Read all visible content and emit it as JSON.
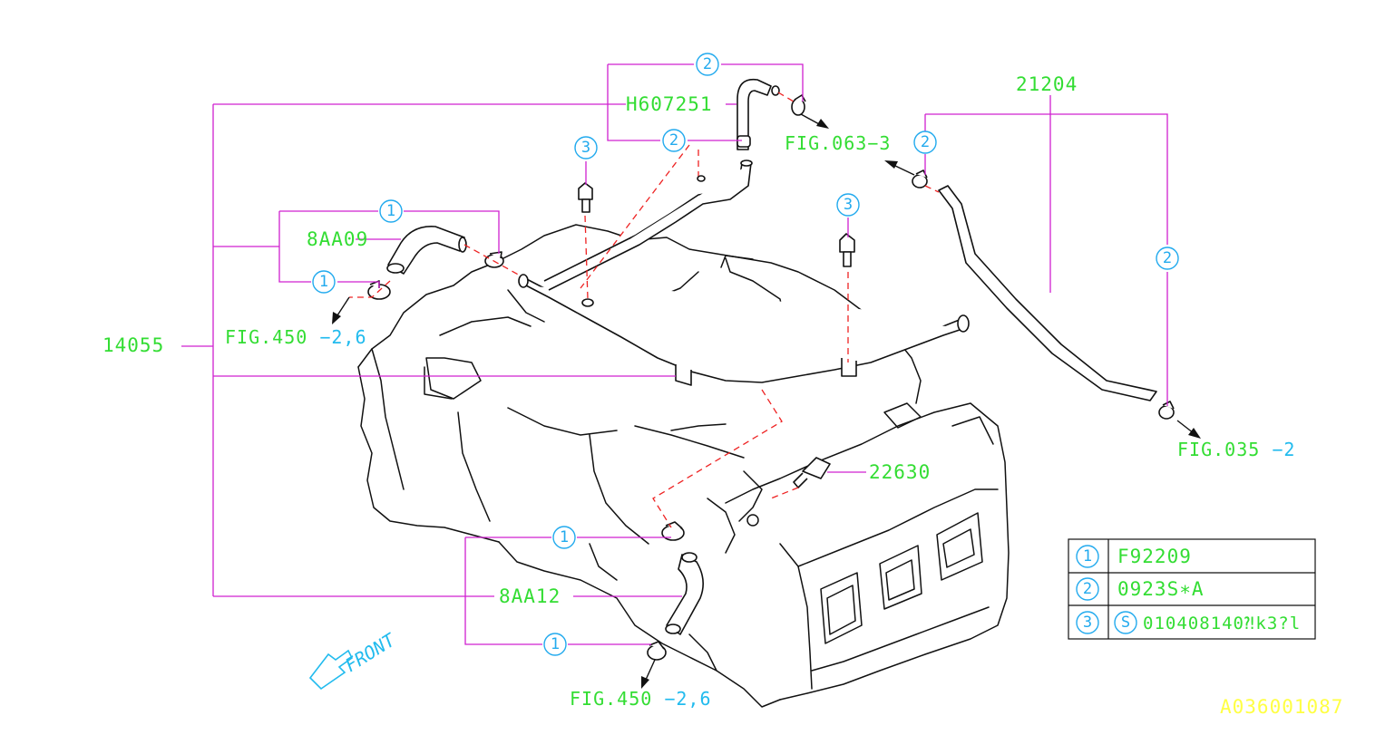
{
  "labels": {
    "p14055": "14055",
    "p21204": "21204",
    "pH607251": "H607251",
    "p8AA09": "8AA09",
    "p8AA12": "8AA12",
    "p22630": "22630"
  },
  "figure_refs": {
    "fig063_green": "FIG.063−3",
    "fig450_top_green": "FIG.450",
    "fig450_top_blue": " −2,6",
    "fig035_green": "FIG.035",
    "fig035_blue": " −2",
    "fig450_bot_green": "FIG.450",
    "fig450_bot_blue": " −2,6"
  },
  "callouts": {
    "one": "1",
    "two": "2",
    "three": "3"
  },
  "legend": {
    "rows": [
      {
        "num": "1",
        "part": "F92209",
        "prefix": ""
      },
      {
        "num": "2",
        "part": "0923S∗A",
        "prefix": ""
      },
      {
        "num": "3",
        "part": "010408140⁈k3?l",
        "prefix": "S"
      }
    ]
  },
  "front_label": "FRONT",
  "diagram_code": "A036001087"
}
